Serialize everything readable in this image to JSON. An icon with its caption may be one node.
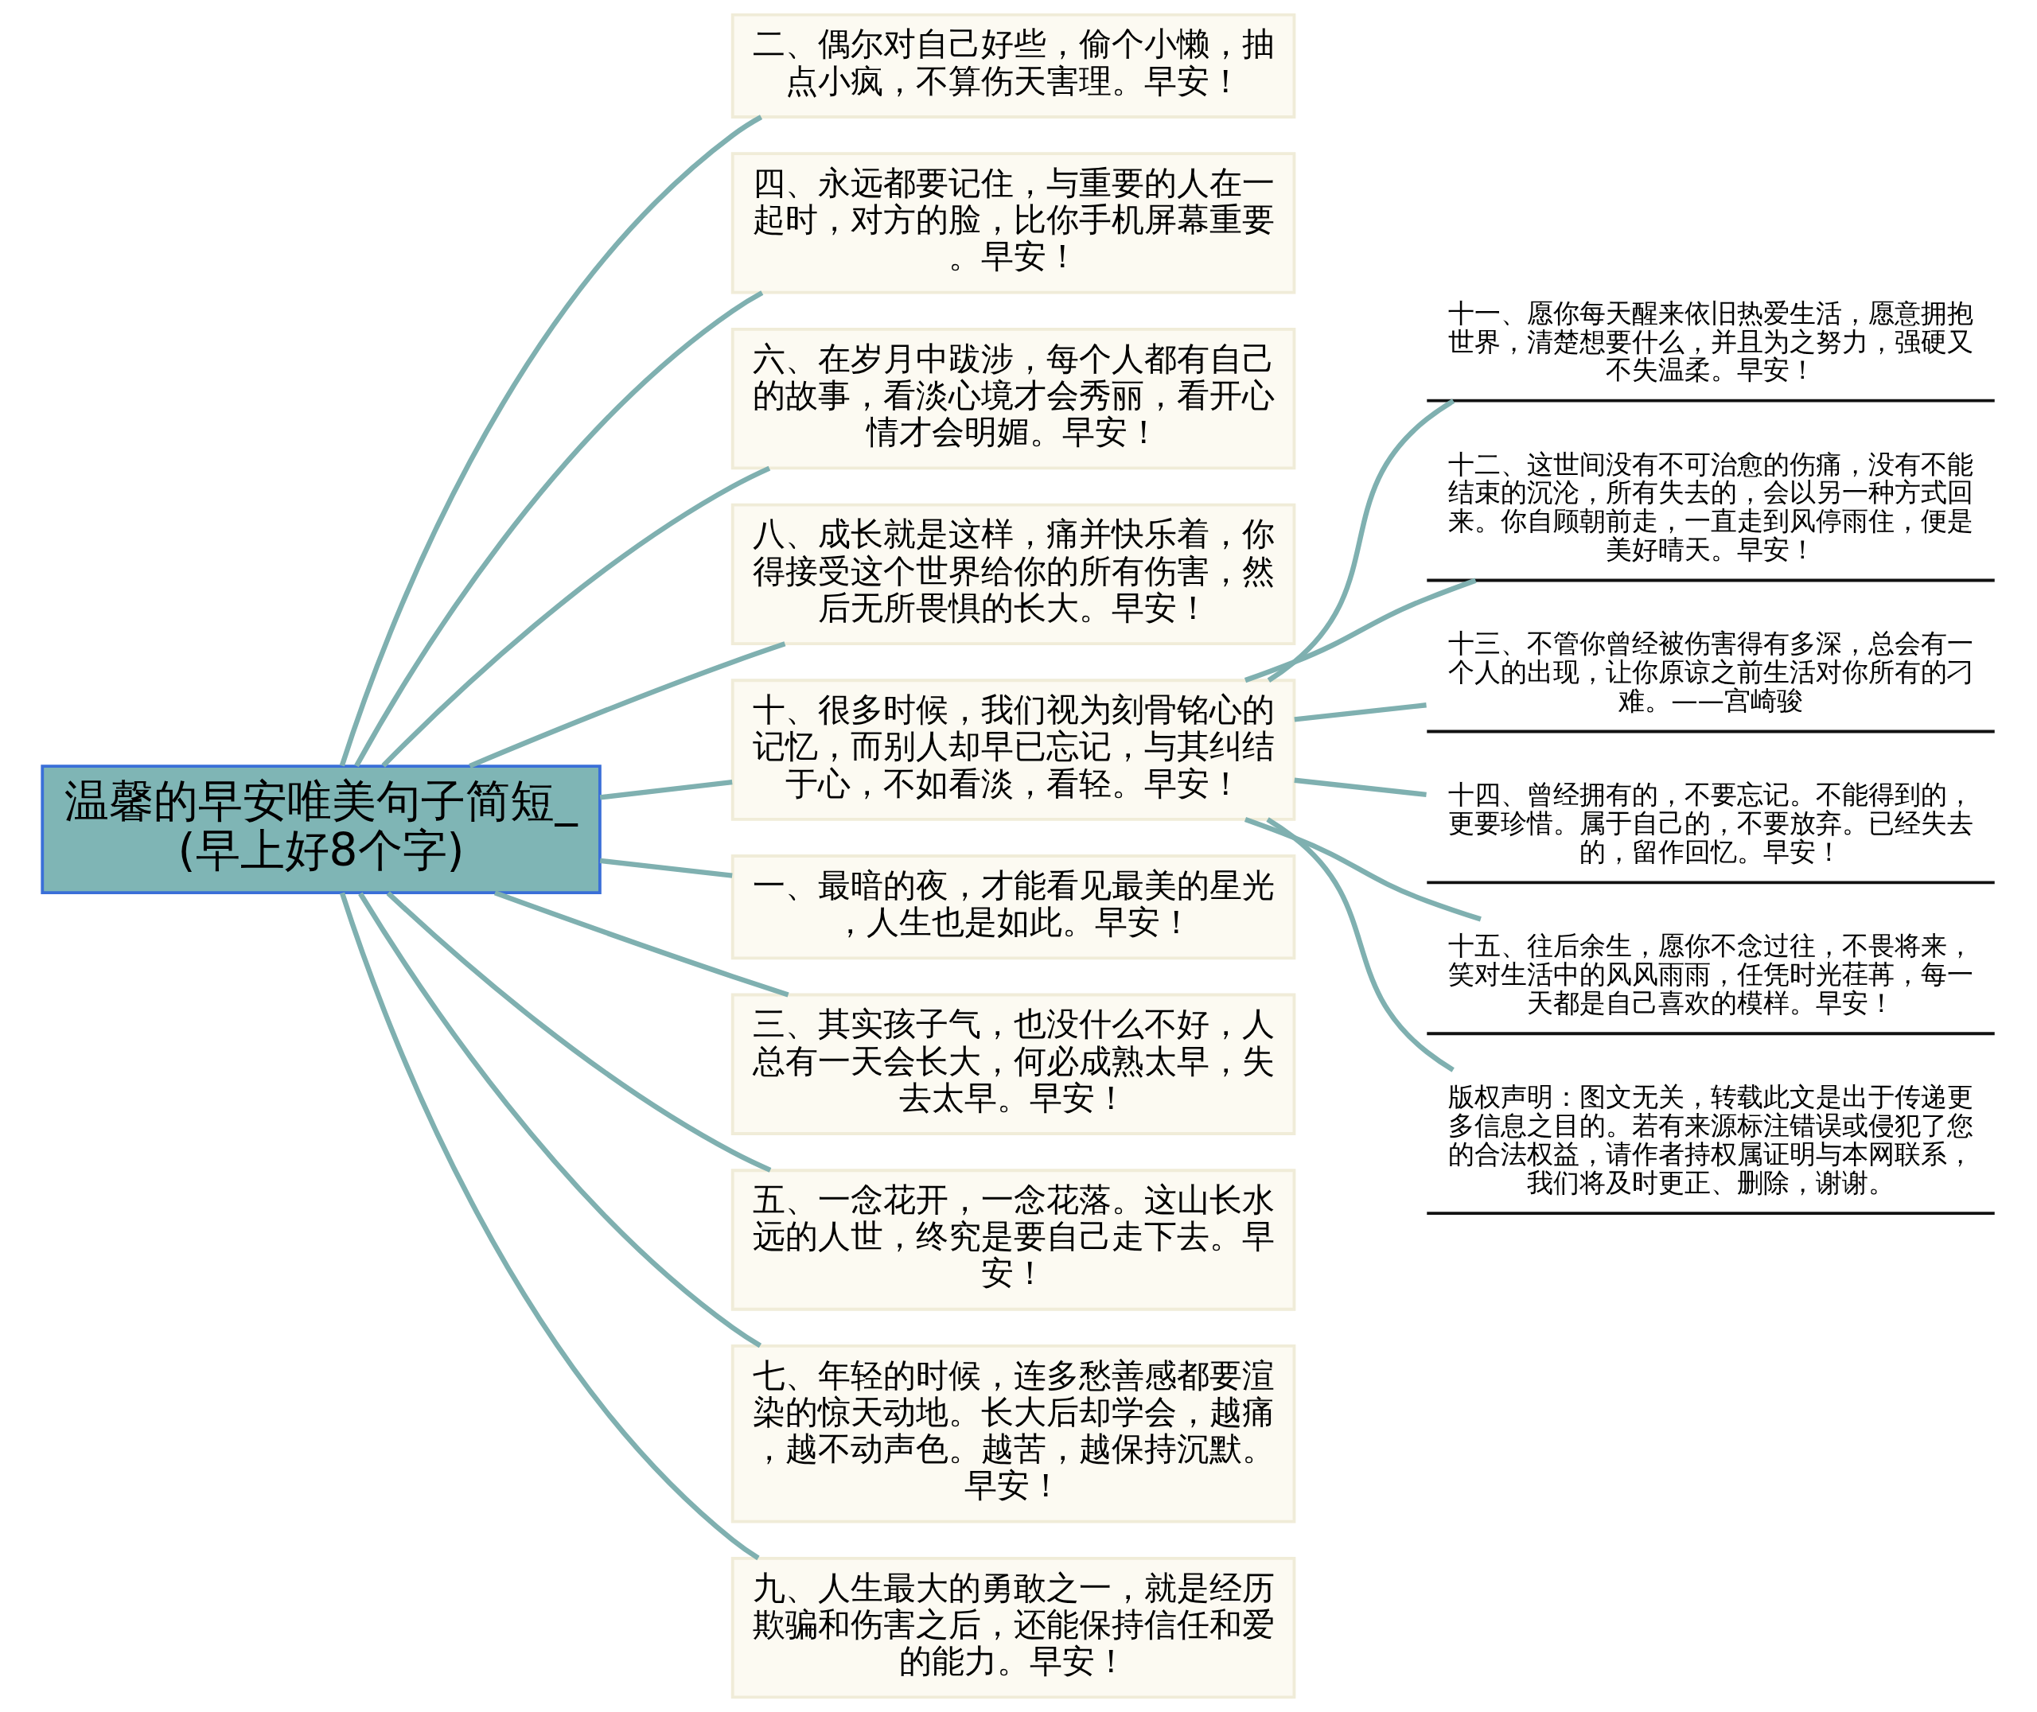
{
  "diagram": {
    "nodes": [
      {
        "text": [
          "温馨的早安唯美句子简短_(早上好8个字)"
        ]
      },
      {
        "text": [
          "二、偶尔对自己好些，偷个小懒，抽点小疯，不算伤天害理。早安！"
        ]
      },
      {
        "text": [
          "四、永远都要记住，与重要的人在一起时，对方的脸，比你手机屏幕重要。早安！"
        ]
      },
      {
        "text": [
          "六、在岁月中跋涉，每个人都有自己的故事，看淡心境才会秀丽，看开心情才会明媚。早安！"
        ]
      },
      {
        "text": [
          "八、成长就是这样，痛并快乐着，你得接受这个世界给你的所有伤害，然后无所畏惧的长大。早安！"
        ]
      },
      {
        "text": [
          "十、很多时候，我们视为刻骨铭心的记忆，而别人却早已忘记，与其纠结于心，不如看淡，看轻。早安！"
        ]
      },
      {
        "text": [
          "一、最暗的夜，才能看见最美的星光，人生也是如此。早安！"
        ]
      },
      {
        "text": [
          "三、其实孩子气，也没什么不好，人总有一天会长大，何必成熟太早，失去太早。早安！"
        ]
      },
      {
        "text": [
          "五、一念花开，一念花落。这山长水远的人世，终究是要自己走下去。早安！"
        ]
      },
      {
        "text": [
          "七、年轻的时候，连多愁善感都要渲染的惊天动地。长大后却学会，越痛，越不动声色。越苦，越保持沉默。早安！"
        ]
      },
      {
        "text": [
          "九、人生最大的勇敢之一，就是经历欺骗和伤害之后，还能保持信任和爱的能力。早安！"
        ]
      },
      {
        "text": [
          "十一、愿你每天醒来依旧热爱生活，愿意拥抱世界，清楚想要什么，并且为之努力，强硬又不失温柔。早安！"
        ]
      },
      {
        "text": [
          "十二、这世间没有不可治愈的伤痛，没有不能结束的沉沦，所有失去的，会以另一种方式回来。你自顾朝前走，一直走到风停雨住，便是美好晴天。早安！"
        ]
      },
      {
        "text": [
          "十三、不管你曾经被伤害得有多深，总会有一个人的出现，让你原谅之前生活对你所有的刁难。——宫崎骏"
        ]
      },
      {
        "text": [
          "十四、曾经拥有的，不要忘记。不能得到的，更要珍惜。属于自己的，不要放弃。已经失去的，留作回忆。早安！"
        ]
      },
      {
        "text": [
          "十五、往后余生，愿你不念过往，不畏将来，笑对生活中的风风雨雨，任凭时光荏苒，每一天都是自己喜欢的模样。早安！"
        ]
      },
      {
        "text": [
          "版权声明：图文无关，转载此文是出于传递更多信息之目的。若有来源标注错误或侵犯了您的合法权益，请作者持权属证明与本网联系，我们将及时更正、删除，谢谢。"
        ]
      }
    ],
    "edges": [
      {
        "from": 0,
        "to": 1,
        "arrow": "none"
      },
      {
        "from": 0,
        "to": 2,
        "arrow": "none"
      },
      {
        "from": 0,
        "to": 3,
        "arrow": "none"
      },
      {
        "from": 0,
        "to": 4,
        "arrow": "none"
      },
      {
        "from": 0,
        "to": 5,
        "arrow": "none"
      },
      {
        "from": 0,
        "to": 6,
        "arrow": "none"
      },
      {
        "from": 0,
        "to": 7,
        "arrow": "none"
      },
      {
        "from": 0,
        "to": 8,
        "arrow": "none"
      },
      {
        "from": 0,
        "to": 9,
        "arrow": "none"
      },
      {
        "from": 0,
        "to": 10,
        "arrow": "none"
      },
      {
        "from": 5,
        "to": 11,
        "arrow": "none"
      },
      {
        "from": 5,
        "to": 12,
        "arrow": "none"
      },
      {
        "from": 5,
        "to": 13,
        "arrow": "none"
      },
      {
        "from": 5,
        "to": 14,
        "arrow": "none"
      },
      {
        "from": 5,
        "to": 15,
        "arrow": "none"
      },
      {
        "from": 5,
        "to": 16,
        "arrow": "none"
      }
    ]
  }
}
